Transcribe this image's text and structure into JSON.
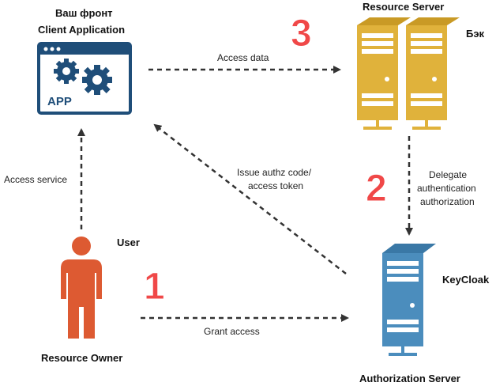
{
  "nodes": {
    "client": {
      "caption_top": "Ваш фронт",
      "title": "Client Application",
      "app_text": "APP"
    },
    "resource_server": {
      "title": "Resource Server",
      "side_label": "Бэк"
    },
    "owner": {
      "side_label": "User",
      "title": "Resource Owner"
    },
    "auth_server": {
      "side_label": "KeyCloak",
      "title": "Authorization Server"
    }
  },
  "edges": {
    "access_data": "Access data",
    "access_service": "Access service",
    "issue_line1": "Issue authz code/",
    "issue_line2": "access token",
    "delegate_line1": "Delegate",
    "delegate_line2": "authentication",
    "delegate_line3": "authorization",
    "grant_access": "Grant access"
  },
  "step_numbers": {
    "one": "1",
    "two": "2",
    "three": "3"
  },
  "colors": {
    "app_blue": "#1f4e79",
    "server_gold": "#e0b23b",
    "server_blue": "#4b8dbd",
    "person_orange": "#dd5a32",
    "step_red": "#f04848",
    "arrow": "#333333"
  }
}
